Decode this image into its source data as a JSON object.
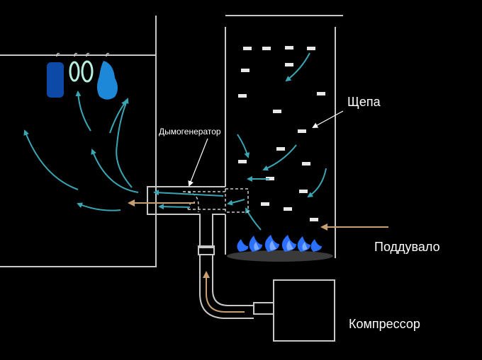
{
  "labels": {
    "chips": "Щепа",
    "smoke_generator": "Дымогенератор",
    "air_inlet": "Поддувало",
    "compressor": "Компрессор"
  },
  "colors": {
    "background": "#000000",
    "walls": "#c8c8c8",
    "smoke_flow": "#3aa6b4",
    "air_flow": "#c8a070",
    "flame": "#2b6fff",
    "meat": "#1e88d8",
    "sausage": "#0d4aa8",
    "rings": "#b7f0e0",
    "chips": "#e8e8e8"
  },
  "icons": {
    "hanging_products": "meat-icon",
    "flame": "flame-icon",
    "wood_chips": "chip-icon"
  }
}
